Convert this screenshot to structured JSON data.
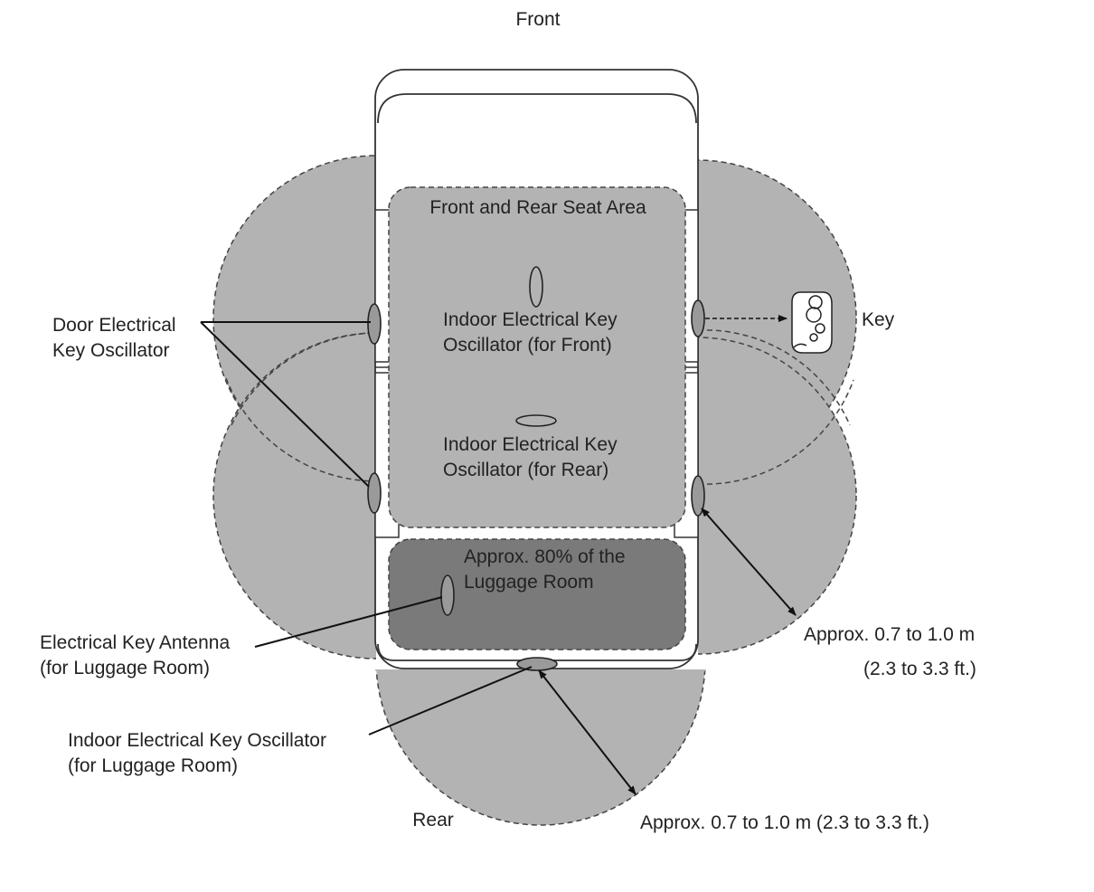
{
  "labels": {
    "front": "Front",
    "rear": "Rear",
    "seat_area": "Front and Rear Seat Area",
    "indoor_front": [
      "Indoor Electrical Key",
      "Oscillator (for Front)"
    ],
    "indoor_rear": [
      "Indoor Electrical Key",
      "Oscillator (for Rear)"
    ],
    "luggage_room": [
      "Approx. 80% of the",
      "Luggage Room"
    ],
    "door_oscillator": [
      "Door Electrical",
      "Key Oscillator"
    ],
    "key": "Key",
    "antenna": [
      "Electrical Key Antenna",
      "(for Luggage Room)"
    ],
    "indoor_luggage": [
      "Indoor Electrical Key Oscillator",
      "(for Luggage Room)"
    ],
    "range_side": [
      "Approx. 0.7 to 1.0 m",
      "(2.3 to 3.3 ft.)"
    ],
    "range_rear": "Approx. 0.7 to 1.0 m (2.3 to 3.3 ft.)"
  },
  "colors": {
    "zone_fill": "#b3b3b3",
    "luggage_fill": "#7a7a7a",
    "outline": "#333333",
    "text": "#222222"
  }
}
